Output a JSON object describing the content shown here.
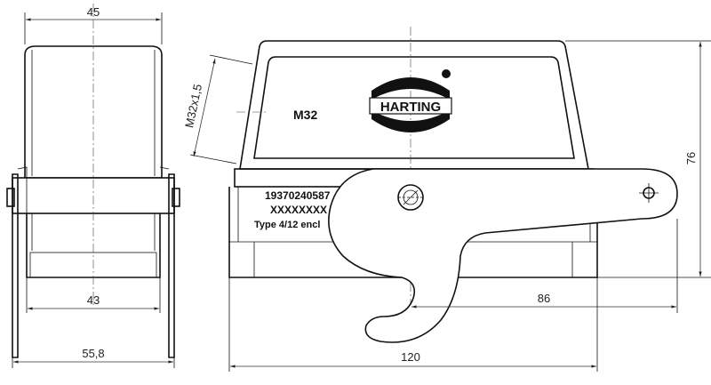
{
  "dimensions": {
    "side_top_width": "45",
    "side_inner_width": "43",
    "side_overall_width": "55,8",
    "thread": "M32x1,5",
    "height": "76",
    "lever_offset": "86",
    "overall_length": "120"
  },
  "housing": {
    "cable_entry_label": "M32",
    "brand_logo": "HARTING",
    "part_number": "19370240587",
    "placeholder_code": "XXXXXXXX",
    "type_rating": "Type 4/12 encl"
  }
}
